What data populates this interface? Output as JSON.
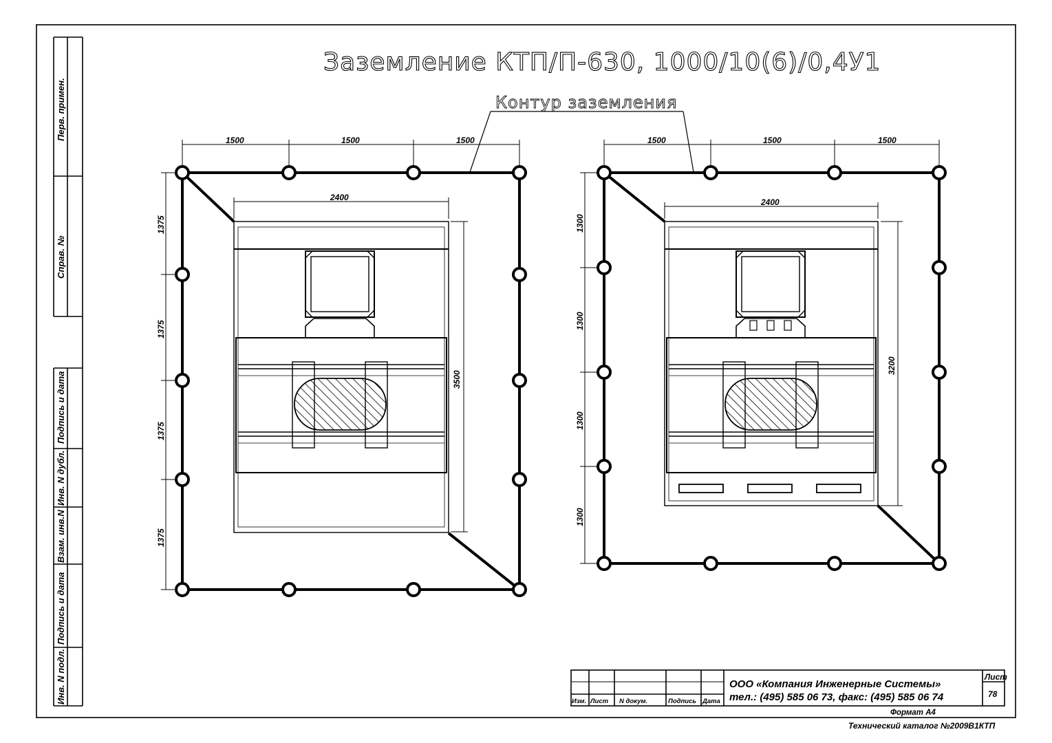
{
  "drawing": {
    "title": "Заземление КТП/П-630, 1000/10(6)/0,4У1",
    "contour_label": "Контур заземления"
  },
  "left_plan": {
    "top_dims": [
      "1500",
      "1500",
      "1500"
    ],
    "side_dims": [
      "1375",
      "1375",
      "1375",
      "1375"
    ],
    "width_dim": "2400",
    "height_dim": "3500"
  },
  "right_plan": {
    "top_dims": [
      "1500",
      "1500",
      "1500"
    ],
    "side_dims": [
      "1300",
      "1300",
      "1300",
      "1300"
    ],
    "width_dim": "2400",
    "height_dim": "3200"
  },
  "side_stamp": {
    "perv_primen": "Перв. примен.",
    "sprav_no": "Справ. №",
    "podpis_data_1": "Подпись и дата",
    "inv_dubl": "Инв. N дубл.",
    "vzam_inv": "Взам. инв.N",
    "podpis_data_2": "Подпись и дата",
    "inv_podl": "Инв. N подл."
  },
  "title_block": {
    "col_izm": "Изм.",
    "col_list": "Лист",
    "col_ndokum": "N докум.",
    "col_podpis": "Подпись",
    "col_data": "Дата",
    "company": "ООО «Компания Инженерные Системы»",
    "contacts": "тел.: (495) 585 06 73, факс: (495) 585 06 74",
    "sheet_label": "Лист",
    "sheet_number": "78",
    "format": "Формат А4",
    "catalog": "Технический каталог №2009В1КТП"
  }
}
